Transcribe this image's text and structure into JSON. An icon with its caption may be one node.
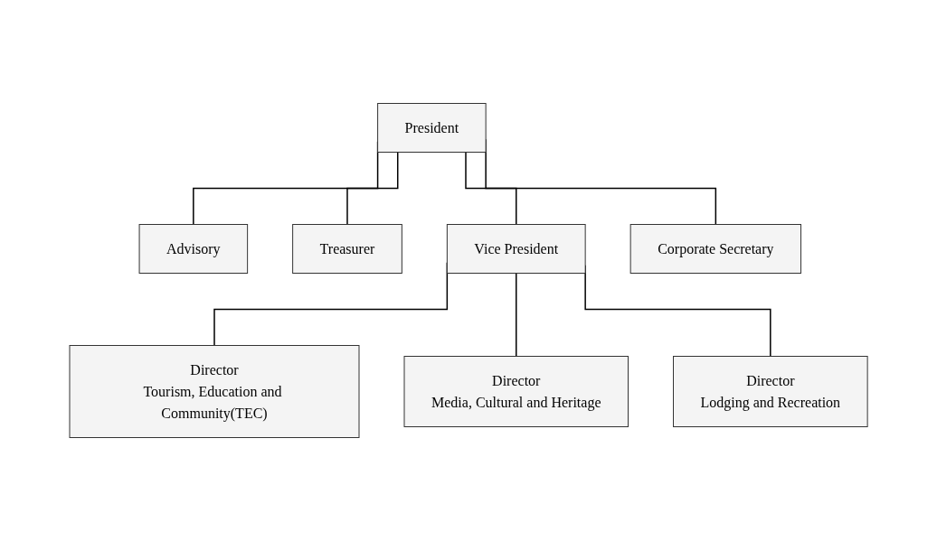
{
  "diagram": {
    "nodes": [
      {
        "text": [
          "President"
        ]
      },
      {
        "text": [
          "Advisory"
        ]
      },
      {
        "text": [
          "Treasurer"
        ]
      },
      {
        "text": [
          "Vice President"
        ]
      },
      {
        "text": [
          "Corporate Secretary"
        ]
      },
      {
        "text": [
          "Director",
          "Tourism, Education and Community(TEC)"
        ]
      },
      {
        "text": [
          "Director",
          "Media, Cultural and Heritage"
        ]
      },
      {
        "text": [
          "Director",
          "Lodging and Recreation"
        ]
      }
    ],
    "edges": [
      {
        "from": 0,
        "to": 1,
        "arrow": "none"
      },
      {
        "from": 0,
        "to": 2,
        "arrow": "none"
      },
      {
        "from": 0,
        "to": 3,
        "arrow": "none"
      },
      {
        "from": 0,
        "to": 4,
        "arrow": "none"
      },
      {
        "from": 3,
        "to": 5,
        "arrow": "none"
      },
      {
        "from": 3,
        "to": 6,
        "arrow": "none"
      },
      {
        "from": 3,
        "to": 7,
        "arrow": "none"
      }
    ]
  }
}
